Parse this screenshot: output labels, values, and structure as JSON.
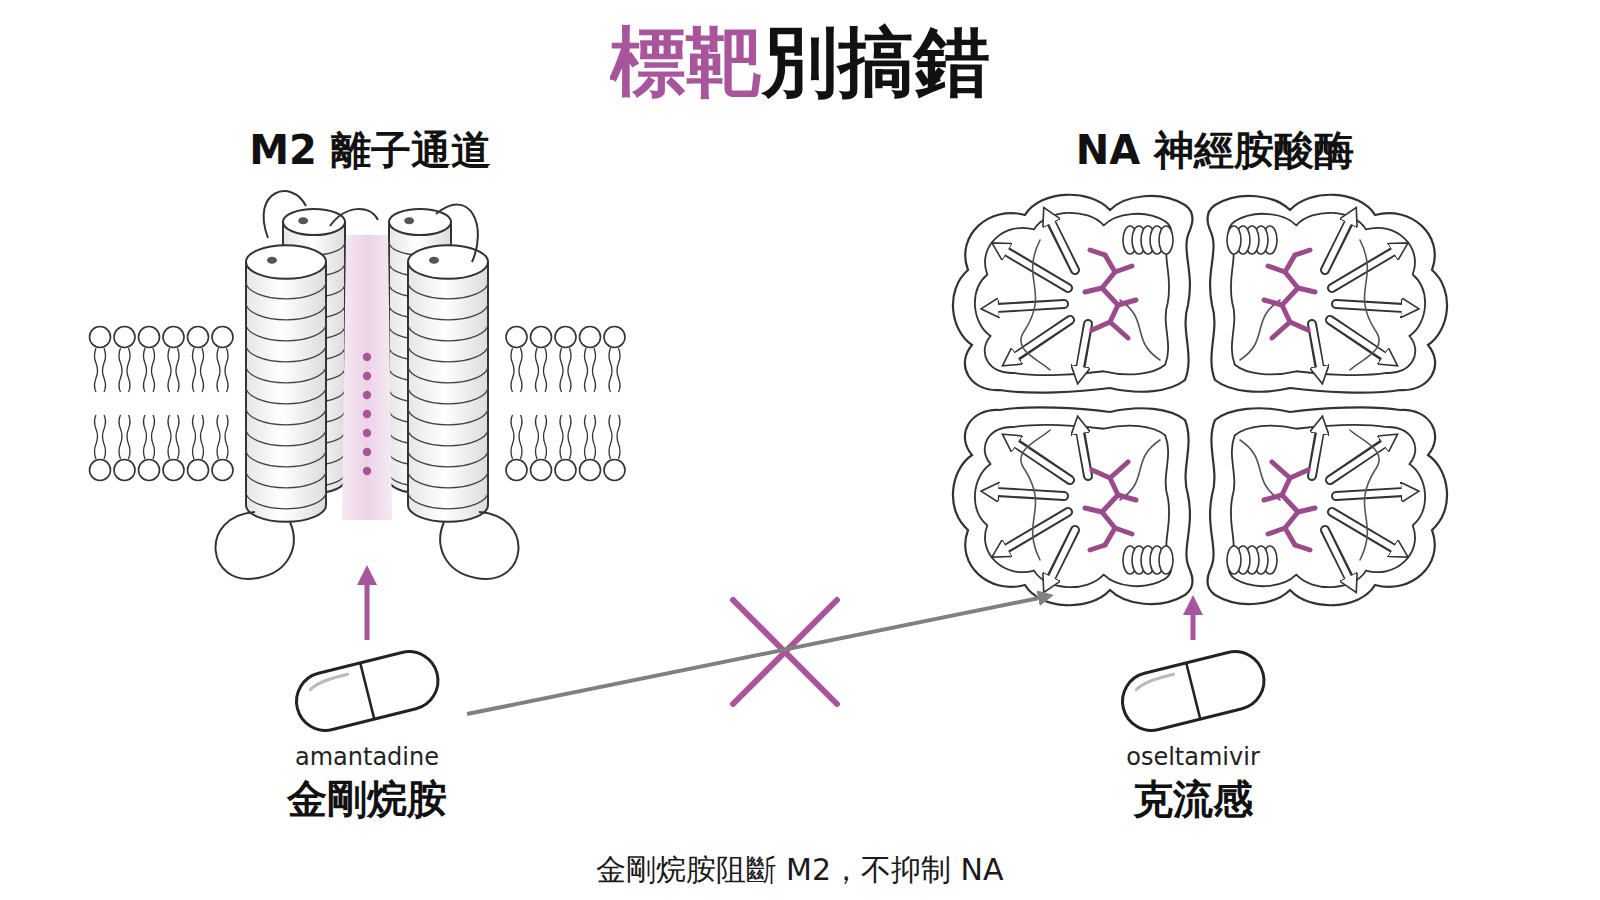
{
  "diagram": {
    "title": "標靶別搞錯",
    "caption": "金剛烷胺阻斷 M2，不抑制 NA",
    "nodes": [
      {
        "text": [
          "M2 離子通道"
        ]
      },
      {
        "text": [
          "NA 神經胺酸酶"
        ]
      },
      {
        "text": [
          "amantadine",
          "金剛烷胺"
        ]
      },
      {
        "text": [
          "oseltamivir",
          "克流感"
        ]
      }
    ],
    "edges": [
      {
        "from": 2,
        "to": 0,
        "arrow": "to"
      },
      {
        "from": 2,
        "to": 1,
        "arrow": "to"
      },
      {
        "from": 3,
        "to": 1,
        "arrow": "to"
      }
    ]
  }
}
